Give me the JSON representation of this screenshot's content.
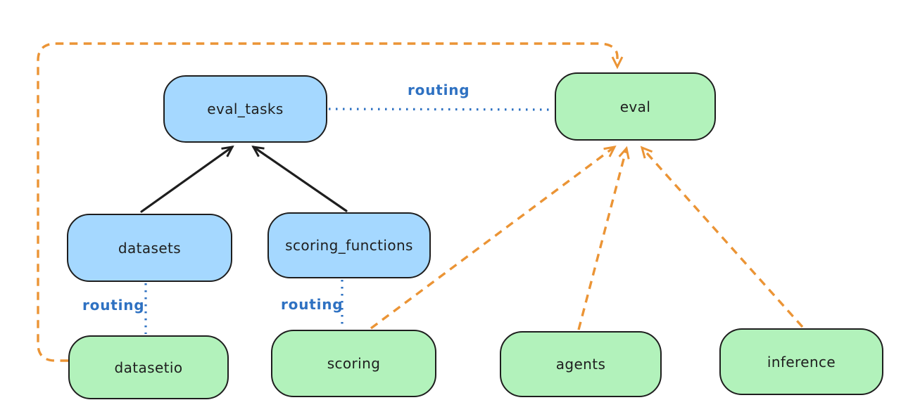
{
  "diagram": {
    "kind": "architecture-flow-diagram",
    "style": "hand-drawn",
    "colors": {
      "background": "#ffffff",
      "blue_node_fill": "#a5d8ff",
      "green_node_fill": "#b2f2bb",
      "node_stroke": "#1e1e1e",
      "routing_blue": "#2e71c2",
      "dependency_orange": "#eb9435",
      "label_text": "#1e1e1e"
    },
    "nodes": [
      {
        "id": "eval_tasks",
        "label": "eval_tasks",
        "fill": "blue"
      },
      {
        "id": "eval",
        "label": "eval",
        "fill": "green"
      },
      {
        "id": "datasets",
        "label": "datasets",
        "fill": "blue"
      },
      {
        "id": "scoring_functions",
        "label": "scoring_functions",
        "fill": "blue"
      },
      {
        "id": "datasetio",
        "label": "datasetio",
        "fill": "green"
      },
      {
        "id": "scoring",
        "label": "scoring",
        "fill": "green"
      },
      {
        "id": "agents",
        "label": "agents",
        "fill": "green"
      },
      {
        "id": "inference",
        "label": "inference",
        "fill": "green"
      }
    ],
    "edges": [
      {
        "from": "datasets",
        "to": "eval_tasks",
        "style": "solid",
        "color": "black",
        "arrow": true,
        "label": ""
      },
      {
        "from": "scoring_functions",
        "to": "eval_tasks",
        "style": "solid",
        "color": "black",
        "arrow": true,
        "label": ""
      },
      {
        "from": "eval_tasks",
        "to": "eval",
        "style": "dotted",
        "color": "blue",
        "arrow": false,
        "label": "routing"
      },
      {
        "from": "datasets",
        "to": "datasetio",
        "style": "dotted",
        "color": "blue",
        "arrow": false,
        "label": "routing"
      },
      {
        "from": "scoring_functions",
        "to": "scoring",
        "style": "dotted",
        "color": "blue",
        "arrow": false,
        "label": "routing"
      },
      {
        "from": "scoring",
        "to": "eval",
        "style": "dashed",
        "color": "orange",
        "arrow": true,
        "label": ""
      },
      {
        "from": "agents",
        "to": "eval",
        "style": "dashed",
        "color": "orange",
        "arrow": true,
        "label": ""
      },
      {
        "from": "inference",
        "to": "eval",
        "style": "dashed",
        "color": "orange",
        "arrow": true,
        "label": ""
      },
      {
        "from": "datasetio",
        "to": "eval",
        "style": "dashed",
        "color": "orange",
        "arrow": true,
        "label": "",
        "route": "around-top-left"
      }
    ]
  }
}
